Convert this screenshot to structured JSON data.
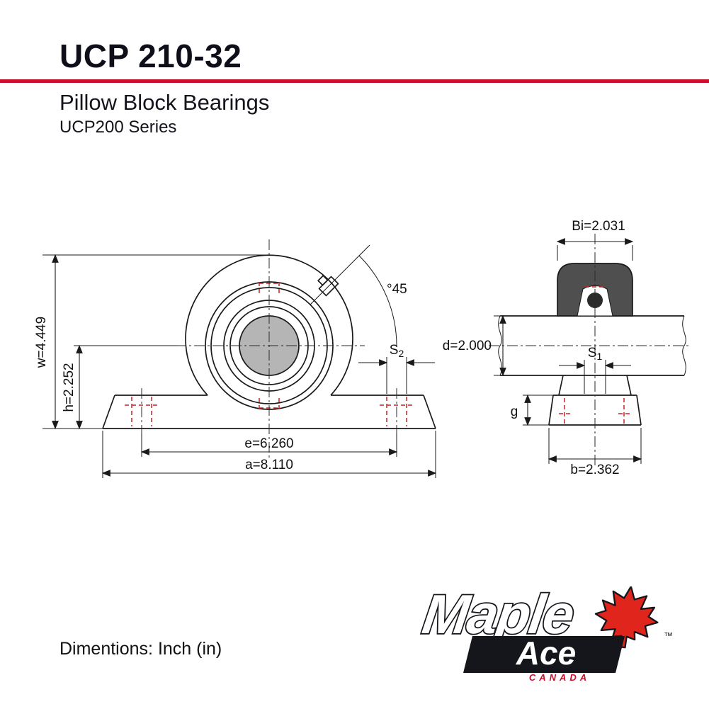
{
  "header": {
    "part_number": "UCP 210-32",
    "category": "Pillow Block Bearings",
    "series": "UCP200 Series"
  },
  "drawing": {
    "front": {
      "dim_w": "w=4.449",
      "dim_h": "h=2.252",
      "dim_e": "e=6.260",
      "dim_a": "a=8.110",
      "dim_s2_base": "S",
      "dim_s2_sub": "2",
      "dim_angle": "°45"
    },
    "side": {
      "dim_bi": "Bi=2.031",
      "dim_d": "d=2.000",
      "dim_s1_base": "S",
      "dim_s1_sub": "1",
      "dim_g": "g",
      "dim_b": "b=2.362"
    },
    "colors": {
      "line": "#1a1a1a",
      "hidden_detail_red": "#cc2222",
      "bore_fill": "#b5b5b5",
      "section_fill": "#4f4f4f"
    }
  },
  "footer": {
    "units_note": "Dimentions: Inch (in)"
  },
  "brand": {
    "word_top": "Maple",
    "word_bottom": "Ace",
    "trademark": "™",
    "country": "CANADA",
    "accent_red": "#c8102e"
  }
}
